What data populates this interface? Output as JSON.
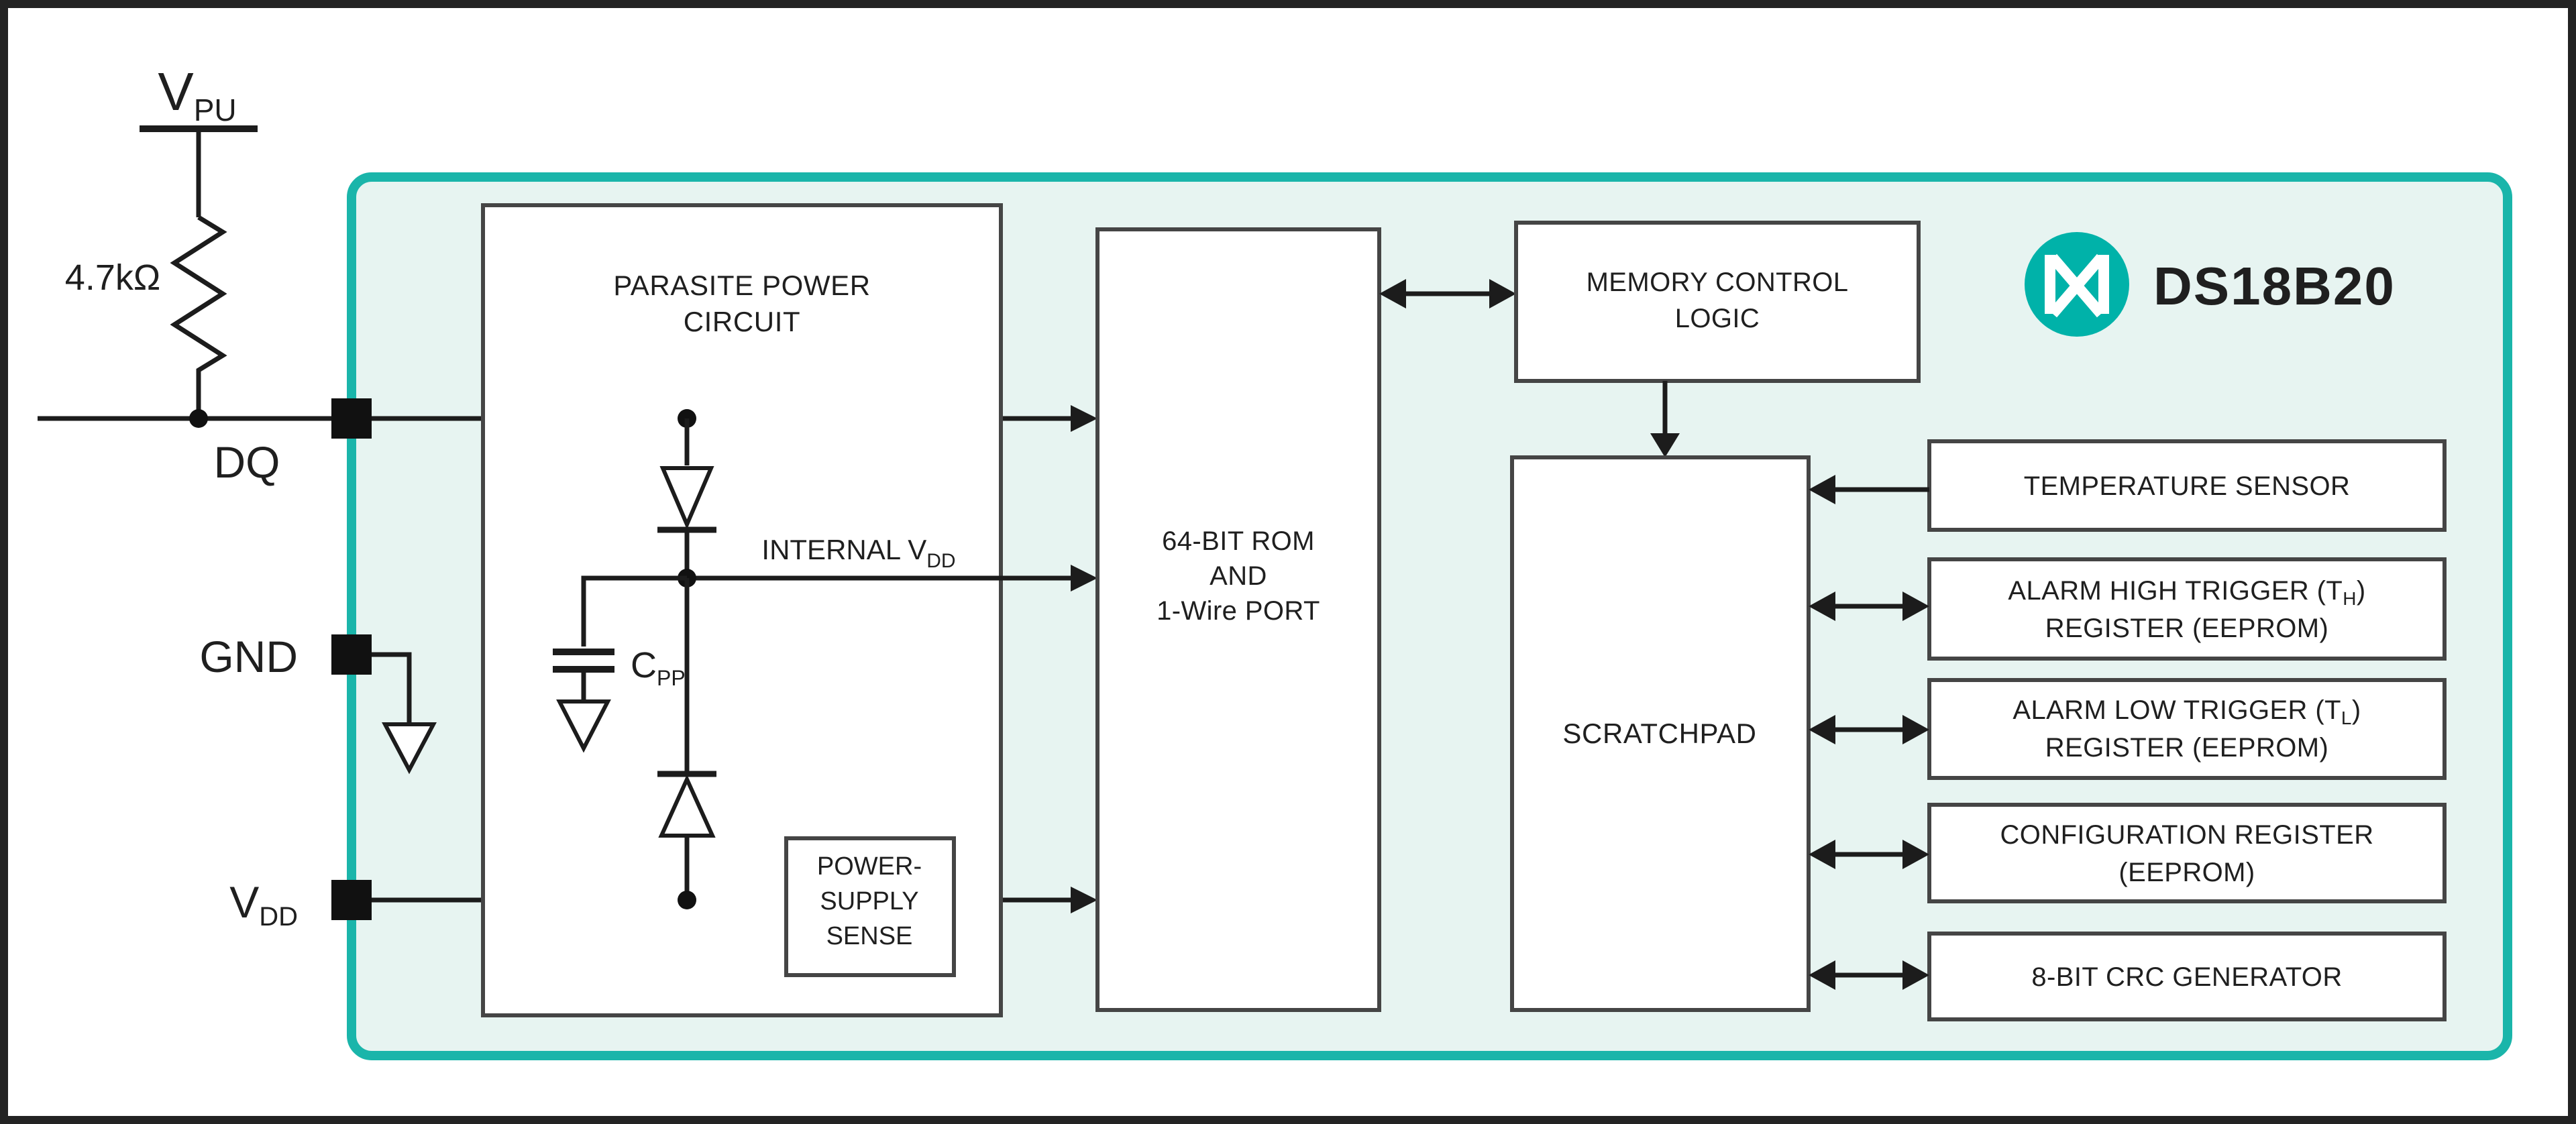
{
  "title": "DS18B20 functional block diagram",
  "branding": {
    "logo_icon": "maxim-logo",
    "part_number": "DS18B20"
  },
  "colors": {
    "teal_border": "#1ab5aa",
    "teal_fill": "#e7f4f1",
    "logo_teal": "#00b2a9",
    "wire": "#1c1c1c",
    "box_border": "#454545",
    "text": "#1f1f1f"
  },
  "external_circuit": {
    "pullup_voltage": {
      "base": "V",
      "sub": "PU"
    },
    "resistor_value": "4.7kΩ",
    "pin_dq": "DQ",
    "pin_gnd": "GND",
    "pin_vdd": {
      "base": "V",
      "sub": "DD"
    }
  },
  "blocks": {
    "parasite_power": {
      "line1": "PARASITE POWER",
      "line2": "CIRCUIT"
    },
    "internal_vdd": {
      "base": "INTERNAL V",
      "sub": "DD"
    },
    "cpp": {
      "base": "C",
      "sub": "PP"
    },
    "power_supply_sense": {
      "line1": "POWER-",
      "line2": "SUPPLY",
      "line3": "SENSE"
    },
    "rom_port": {
      "line1": "64-BIT ROM",
      "line2": "AND",
      "line3": "1-Wire PORT"
    },
    "memory_control": {
      "line1": "MEMORY CONTROL",
      "line2": "LOGIC"
    },
    "scratchpad": {
      "label": "SCRATCHPAD"
    },
    "temperature_sensor": {
      "label": "TEMPERATURE SENSOR"
    },
    "alarm_high": {
      "l1_pre": "ALARM HIGH TRIGGER (T",
      "l1_sub": "H",
      "l1_post": ")",
      "line2": "REGISTER (EEPROM)"
    },
    "alarm_low": {
      "l1_pre": "ALARM LOW TRIGGER (T",
      "l1_sub": "L",
      "l1_post": ")",
      "line2": "REGISTER (EEPROM)"
    },
    "configuration": {
      "line1": "CONFIGURATION REGISTER",
      "line2": "(EEPROM)"
    },
    "crc": {
      "label": "8-BIT CRC GENERATOR"
    }
  }
}
